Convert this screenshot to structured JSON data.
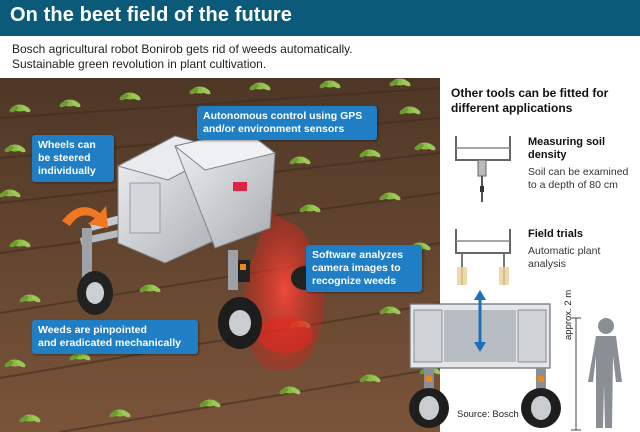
{
  "header": {
    "title": "On the beet field of the future",
    "subtitle_line1": "Bosch agricultural robot Bonirob gets rid of weeds automatically.",
    "subtitle_line2": "Sustainable green revolution in plant cultivation."
  },
  "callouts": {
    "wheels": {
      "line1": "Wheels can",
      "line2": "be steered",
      "line3": "individually"
    },
    "autonomous": {
      "line1": "Autonomous control using GPS",
      "line2": "and/or environment sensors"
    },
    "software": {
      "line1": "Software analyzes",
      "line2": "camera images to",
      "line3": "recognize weeds"
    },
    "weeds": {
      "line1": "Weeds are pinpointed",
      "line2": "and eradicated mechanically"
    }
  },
  "panel": {
    "heading_line1": "Other tools can be fitted for",
    "heading_line2": "different applications",
    "tools": [
      {
        "title_line1": "Measuring soil",
        "title_line2": "density",
        "desc_line1": "Soil can be examined",
        "desc_line2": "to a depth of 80 cm"
      },
      {
        "title_line1": "Field trials",
        "title_line2": "",
        "desc_line1": "Automatic plant",
        "desc_line2": "analysis"
      }
    ],
    "height_label": "approx. 2 m",
    "source": "Source: Bosch"
  },
  "colors": {
    "title_bar": "#0b5a7a",
    "callout": "#1f7ec4",
    "soil": "#6b4a32",
    "plant": "#7fae3a",
    "laser": "#e8261f",
    "human": "#8a8f96"
  }
}
